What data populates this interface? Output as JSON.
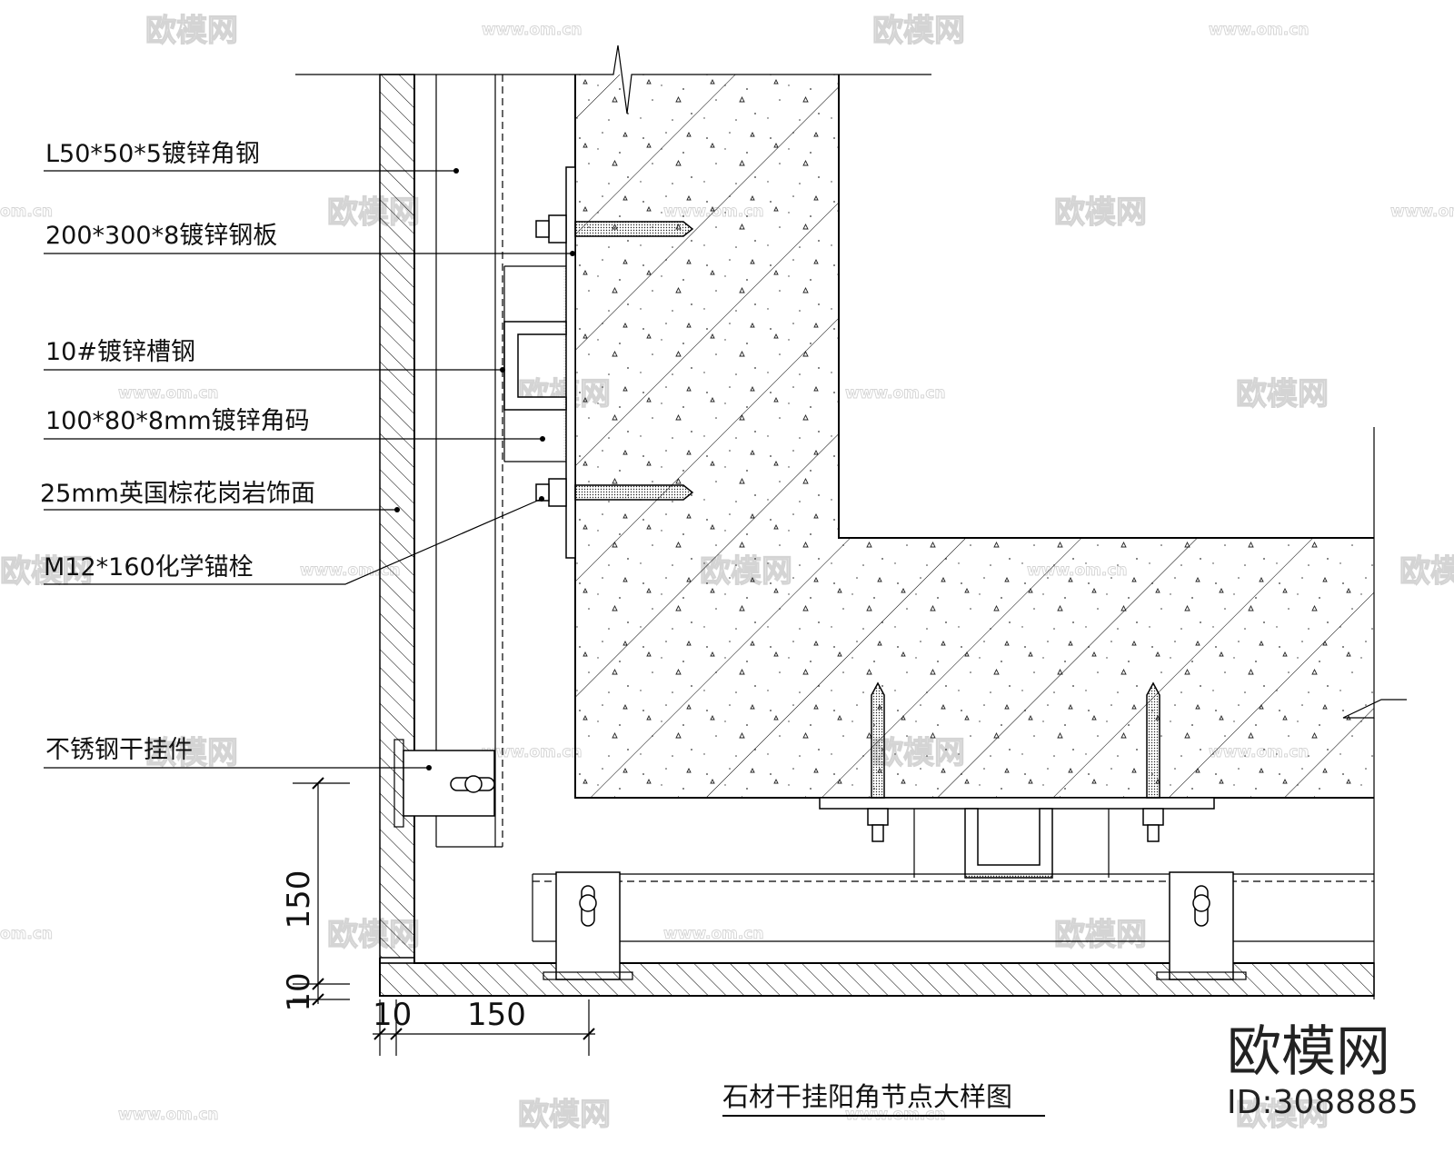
{
  "labels": {
    "angle_steel": "L50*50*5镀锌角钢",
    "steel_plate": "200*300*8镀锌钢板",
    "channel_steel": "10#镀锌槽钢",
    "angle_code": "100*80*8mm镀锌角码",
    "granite": "25mm英国棕花岗岩饰面",
    "anchor_bolt": "M12*160化学锚栓",
    "hanger": "不锈钢干挂件"
  },
  "dimensions": {
    "vertical_150": "150",
    "vertical_10": "10",
    "horizontal_10": "10",
    "horizontal_150": "150"
  },
  "title": "石材干挂阳角节点大样图",
  "brand": {
    "name": "欧模网",
    "id": "ID:3088885"
  },
  "watermark": {
    "text": "欧模网",
    "url": "www.om.cn",
    "url_short": "om.cn"
  },
  "colors": {
    "line": "#000000",
    "watermark": "#d4d4d4",
    "background": "#ffffff"
  }
}
